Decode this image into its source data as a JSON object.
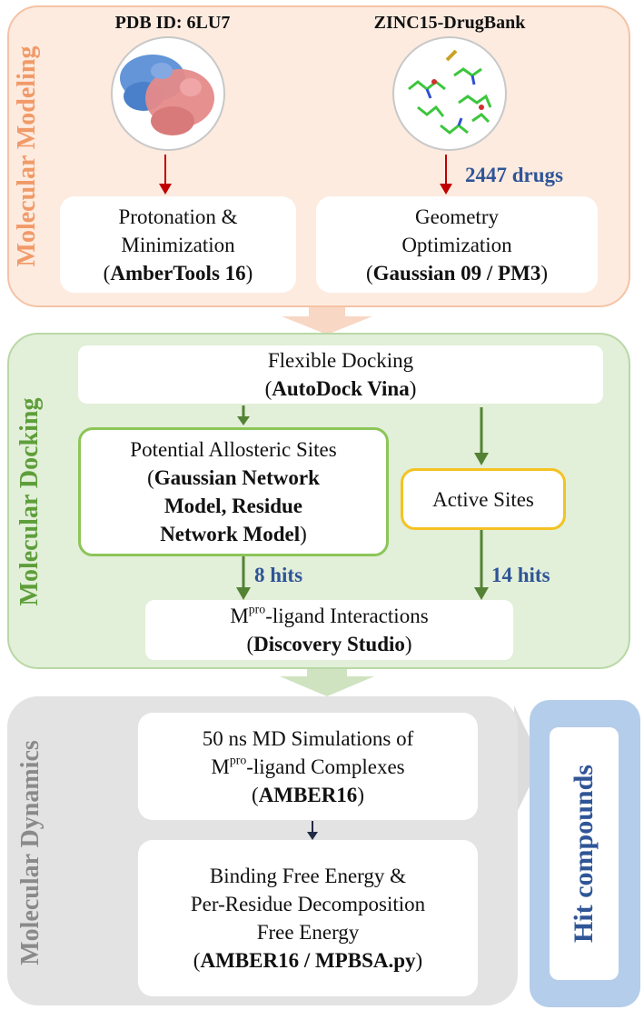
{
  "colors": {
    "modeling_fill": "#fdebe0",
    "modeling_border": "#f4c3a6",
    "modeling_label": "#f19a68",
    "docking_fill": "#e2efd9",
    "docking_border": "#b9d8a6",
    "docking_label": "#5e9e3a",
    "dynamics_fill": "#e3e3e3",
    "dynamics_label": "#8a8a8a",
    "hit_fill": "#b4cdea",
    "hit_text": "#2f5597",
    "count_text": "#2f5597",
    "red_arrow": "#c00000",
    "green_arrow": "#548235",
    "allosteric_border": "#8cc558",
    "active_border": "#f5c223",
    "dark_arrow": "#1f2a44"
  },
  "icons": {
    "protein": "protein-structure-icon",
    "ligands": "ligand-molecules-icon"
  },
  "molecular_modeling": {
    "label": "Molecular Modeling",
    "pdb_title": "PDB ID: 6LU7",
    "zinc_title": "ZINC15-DrugBank",
    "drug_count": "2447 drugs",
    "protonation": {
      "line1": "Protonation &",
      "line2": "Minimization",
      "tool": "AmberTools 16"
    },
    "geometry": {
      "line1": "Geometry",
      "line2": "Optimization",
      "tool": "Gaussian 09 / PM3"
    }
  },
  "molecular_docking": {
    "label": "Molecular Docking",
    "flexible": {
      "line1": "Flexible Docking",
      "tool": "AutoDock Vina"
    },
    "allosteric": {
      "line1": "Potential Allosteric Sites",
      "tool_line1": "Gaussian Network",
      "tool_line2": "Model, Residue",
      "tool_line3": "Network Model"
    },
    "active": {
      "line1": "Active Sites"
    },
    "allosteric_hits": "8 hits",
    "active_hits": "14 hits",
    "interactions": {
      "prefix": "M",
      "sup": "pro",
      "suffix": "-ligand Interactions",
      "tool": "Discovery Studio"
    }
  },
  "molecular_dynamics": {
    "label": "Molecular Dynamics",
    "md": {
      "line1": "50 ns MD Simulations of",
      "prefix": "M",
      "sup": "pro",
      "suffix": "-ligand Complexes",
      "tool": "AMBER16"
    },
    "binding": {
      "line1": "Binding Free Energy  &",
      "line2": "Per-Residue Decomposition",
      "line3": "Free Energy",
      "tool": "AMBER16 / MPBSA.py"
    }
  },
  "hit_compounds": {
    "label": "Hit compounds"
  }
}
